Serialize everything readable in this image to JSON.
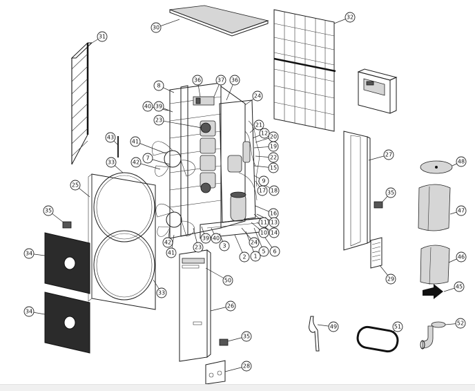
{
  "callouts": [
    {
      "id": "c30",
      "label": "30"
    },
    {
      "id": "c32",
      "label": "32"
    },
    {
      "id": "c31",
      "label": "31"
    },
    {
      "id": "c8",
      "label": "8"
    },
    {
      "id": "c36a",
      "label": "36"
    },
    {
      "id": "c37",
      "label": "37"
    },
    {
      "id": "c36b",
      "label": "36"
    },
    {
      "id": "c24a",
      "label": "24"
    },
    {
      "id": "c40a",
      "label": "40"
    },
    {
      "id": "c39a",
      "label": "39"
    },
    {
      "id": "c23a",
      "label": "23"
    },
    {
      "id": "c21",
      "label": "21"
    },
    {
      "id": "c12",
      "label": "12"
    },
    {
      "id": "c20",
      "label": "20"
    },
    {
      "id": "c19",
      "label": "19"
    },
    {
      "id": "c22",
      "label": "22"
    },
    {
      "id": "c15",
      "label": "15"
    },
    {
      "id": "c17",
      "label": "17"
    },
    {
      "id": "c18",
      "label": "18"
    },
    {
      "id": "c9",
      "label": "9"
    },
    {
      "id": "c16",
      "label": "16"
    },
    {
      "id": "c11",
      "label": "11"
    },
    {
      "id": "c13",
      "label": "13"
    },
    {
      "id": "c10",
      "label": "10"
    },
    {
      "id": "c14",
      "label": "14"
    },
    {
      "id": "c24b",
      "label": "24"
    },
    {
      "id": "c5",
      "label": "5"
    },
    {
      "id": "c6",
      "label": "6"
    },
    {
      "id": "c1",
      "label": "1"
    },
    {
      "id": "c2",
      "label": "2"
    },
    {
      "id": "c3",
      "label": "3"
    },
    {
      "id": "c40b",
      "label": "40"
    },
    {
      "id": "c39b",
      "label": "39"
    },
    {
      "id": "c23b",
      "label": "23"
    },
    {
      "id": "c43",
      "label": "43"
    },
    {
      "id": "c41a",
      "label": "41"
    },
    {
      "id": "c7",
      "label": "7"
    },
    {
      "id": "c42a",
      "label": "42"
    },
    {
      "id": "c33a",
      "label": "33"
    },
    {
      "id": "c25",
      "label": "25"
    },
    {
      "id": "c35a",
      "label": "35"
    },
    {
      "id": "c34a",
      "label": "34"
    },
    {
      "id": "c42b",
      "label": "42"
    },
    {
      "id": "c41b",
      "label": "41"
    },
    {
      "id": "c33b",
      "label": "33"
    },
    {
      "id": "c34b",
      "label": "34"
    },
    {
      "id": "c50",
      "label": "50"
    },
    {
      "id": "c26",
      "label": "26"
    },
    {
      "id": "c35b",
      "label": "35"
    },
    {
      "id": "c28",
      "label": "28"
    },
    {
      "id": "c27",
      "label": "27"
    },
    {
      "id": "c35c",
      "label": "35"
    },
    {
      "id": "c29",
      "label": "29"
    },
    {
      "id": "c48",
      "label": "48"
    },
    {
      "id": "c47",
      "label": "47"
    },
    {
      "id": "c46",
      "label": "46"
    },
    {
      "id": "c45",
      "label": "45"
    },
    {
      "id": "c49",
      "label": "49"
    },
    {
      "id": "c51",
      "label": "51"
    },
    {
      "id": "c52",
      "label": "52"
    }
  ]
}
